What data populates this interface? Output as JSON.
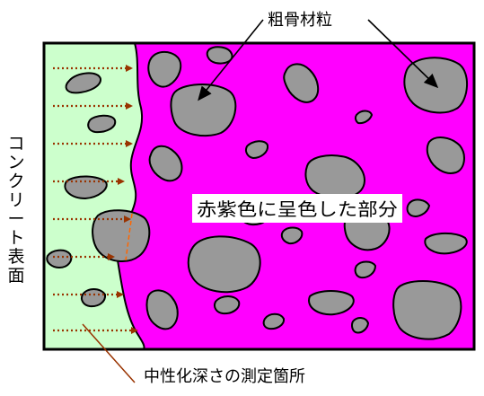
{
  "labels": {
    "aggregate": "粗骨材粒",
    "colored_area": "赤紫色に呈色した部分",
    "surface": "コンクリート表面",
    "measure_point": "中性化深さの測定箇所"
  },
  "colors": {
    "concrete": "#ff00ff",
    "neutralized_zone": "#ccffcc",
    "aggregate": "#999999",
    "arrow": "#993300",
    "leader": "#993300",
    "border": "#000000"
  }
}
